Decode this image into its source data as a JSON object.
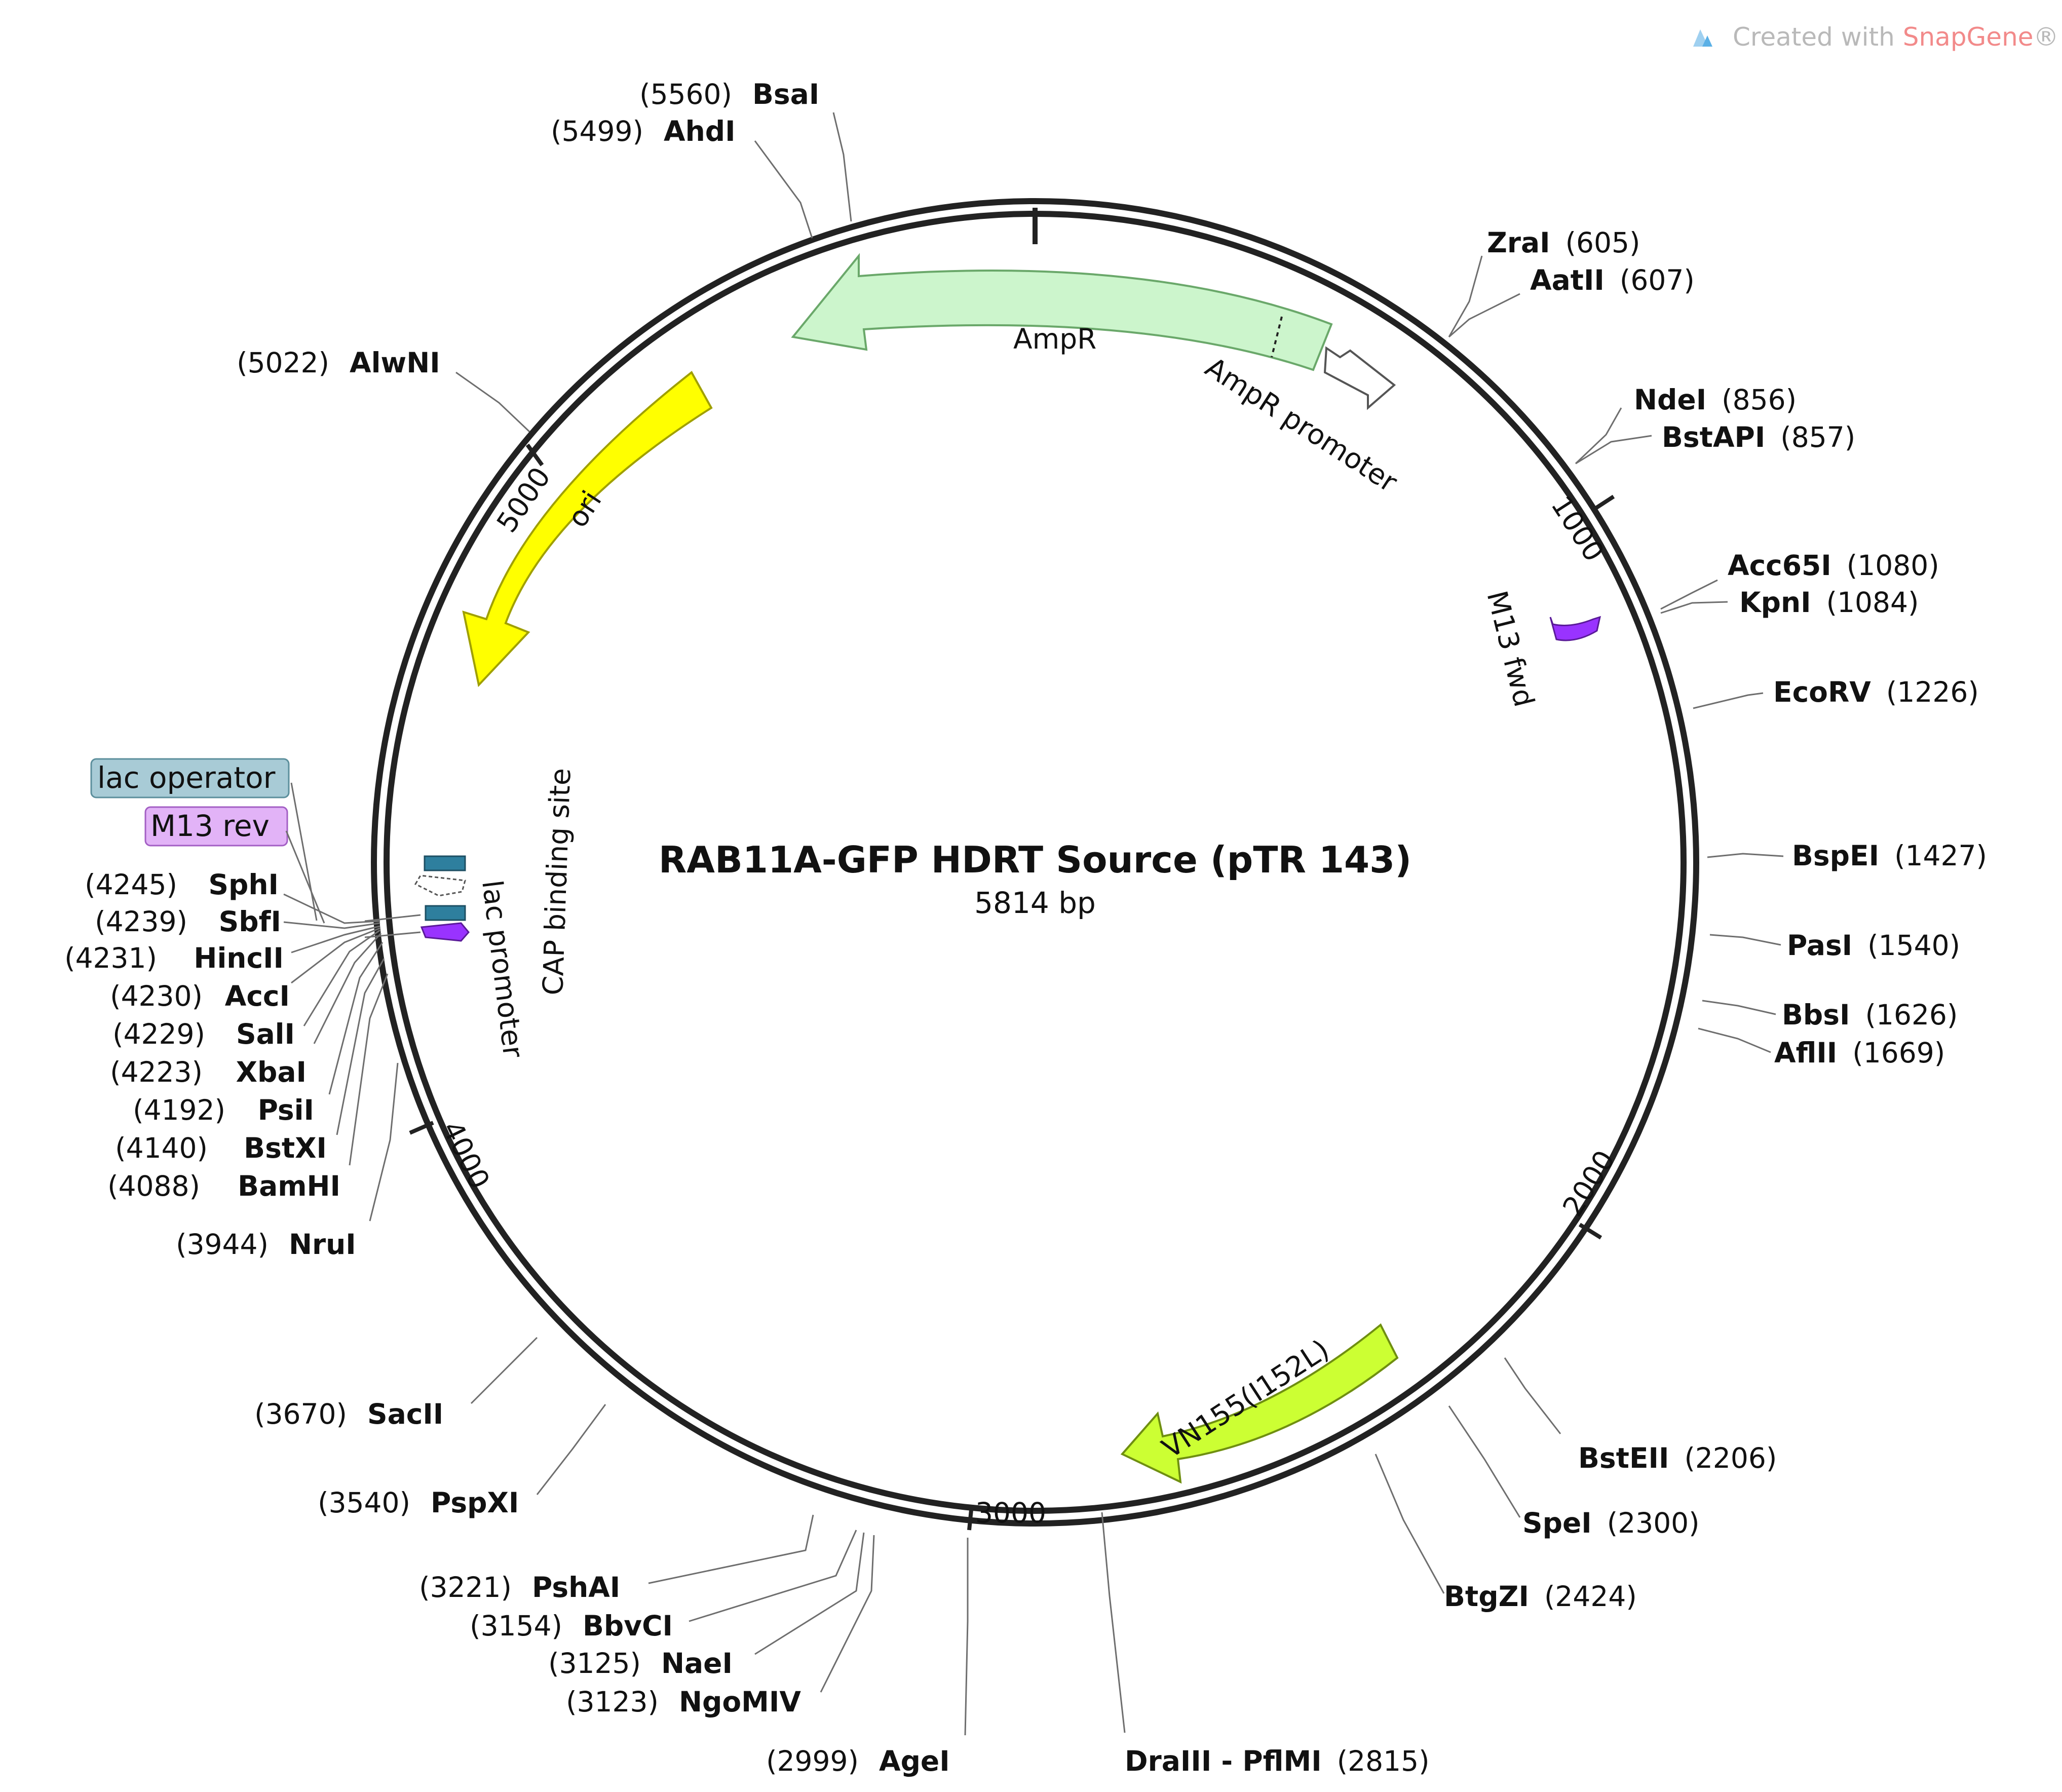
{
  "title": "RAB11A-GFP HDRT Source (pTR 143)",
  "size_label": "5814 bp",
  "watermark": {
    "prefix": "Created with ",
    "brand": "SnapGene",
    "suffix": "®"
  },
  "ticks": [
    "1000",
    "2000",
    "3000",
    "4000",
    "5000"
  ],
  "features": [
    {
      "id": "ampr",
      "label": "AmpR",
      "color": "#ccf5cc"
    },
    {
      "id": "ampr-promoter",
      "label": "AmpR promoter",
      "color": "#ffffff"
    },
    {
      "id": "ori",
      "label": "ori",
      "color": "#ffff00"
    },
    {
      "id": "m13-fwd",
      "label": "M13 fwd",
      "color": "#9933ff"
    },
    {
      "id": "vn155",
      "label": "VN155(I152L)",
      "color": "#ccff33"
    },
    {
      "id": "cap-binding-site",
      "label": "CAP binding site",
      "color": "#2e7f9e"
    },
    {
      "id": "lac-promoter",
      "label": "lac promoter",
      "color": "#ffffff"
    },
    {
      "id": "lac-operator",
      "label": "lac operator",
      "color": "#a8cbd6"
    },
    {
      "id": "m13-rev",
      "label": "M13 rev",
      "color": "#d9a6f5"
    }
  ],
  "sites_right": [
    {
      "name": "ZraI",
      "pos": "(605)"
    },
    {
      "name": "AatII",
      "pos": "(607)"
    },
    {
      "name": "NdeI",
      "pos": "(856)"
    },
    {
      "name": "BstAPI",
      "pos": "(857)"
    },
    {
      "name": "Acc65I",
      "pos": "(1080)"
    },
    {
      "name": "KpnI",
      "pos": "(1084)"
    },
    {
      "name": "EcoRV",
      "pos": "(1226)"
    },
    {
      "name": "BspEI",
      "pos": "(1427)"
    },
    {
      "name": "PasI",
      "pos": "(1540)"
    },
    {
      "name": "BbsI",
      "pos": "(1626)"
    },
    {
      "name": "AflII",
      "pos": "(1669)"
    },
    {
      "name": "BstEII",
      "pos": "(2206)"
    },
    {
      "name": "SpeI",
      "pos": "(2300)"
    },
    {
      "name": "BtgZI",
      "pos": "(2424)"
    },
    {
      "name": "DraIII - PflMI",
      "pos": "(2815)"
    }
  ],
  "sites_left": [
    {
      "name": "BsaI",
      "pos": "(5560)"
    },
    {
      "name": "AhdI",
      "pos": "(5499)"
    },
    {
      "name": "AlwNI",
      "pos": "(5022)"
    },
    {
      "name": "SphI",
      "pos": "(4245)"
    },
    {
      "name": "SbfI",
      "pos": "(4239)"
    },
    {
      "name": "HincII",
      "pos": "(4231)"
    },
    {
      "name": "AccI",
      "pos": "(4230)"
    },
    {
      "name": "SalI",
      "pos": "(4229)"
    },
    {
      "name": "XbaI",
      "pos": "(4223)"
    },
    {
      "name": "PsiI",
      "pos": "(4192)"
    },
    {
      "name": "BstXI",
      "pos": "(4140)"
    },
    {
      "name": "BamHI",
      "pos": "(4088)"
    },
    {
      "name": "NruI",
      "pos": "(3944)"
    },
    {
      "name": "SacII",
      "pos": "(3670)"
    },
    {
      "name": "PspXI",
      "pos": "(3540)"
    },
    {
      "name": "PshAI",
      "pos": "(3221)"
    },
    {
      "name": "BbvCI",
      "pos": "(3154)"
    },
    {
      "name": "NaeI",
      "pos": "(3125)"
    },
    {
      "name": "NgoMIV",
      "pos": "(3123)"
    },
    {
      "name": "AgeI",
      "pos": "(2999)"
    }
  ]
}
